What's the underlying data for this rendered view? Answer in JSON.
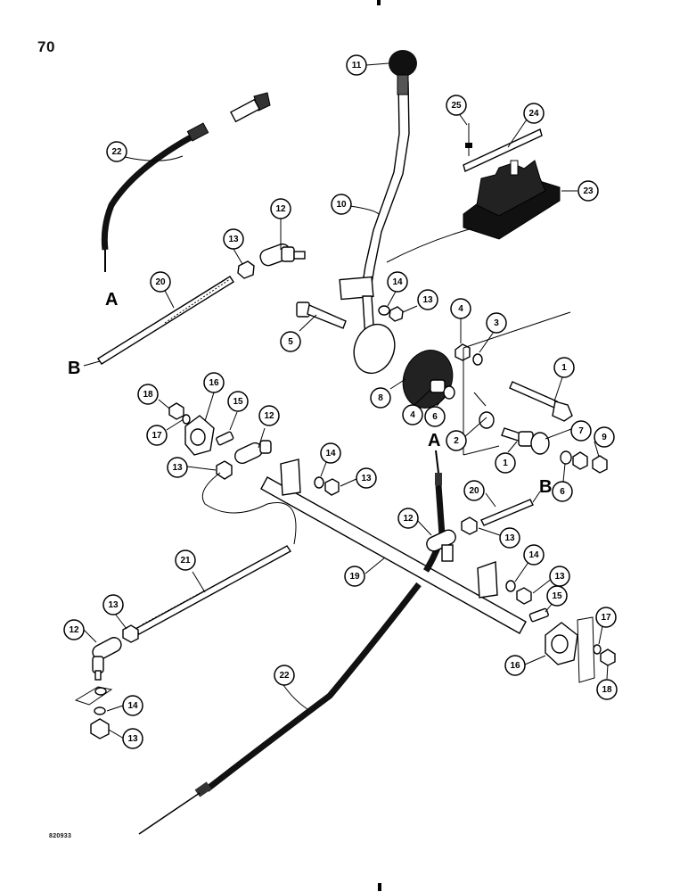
{
  "page_number": "70",
  "figure_code": "820933",
  "connection_letters": [
    "A",
    "B"
  ],
  "callouts": [
    {
      "id": "c11",
      "label": "11"
    },
    {
      "id": "c25",
      "label": "25"
    },
    {
      "id": "c24",
      "label": "24"
    },
    {
      "id": "c22a",
      "label": "22"
    },
    {
      "id": "c10",
      "label": "10"
    },
    {
      "id": "c23",
      "label": "23"
    },
    {
      "id": "c12a",
      "label": "12"
    },
    {
      "id": "c13a",
      "label": "13"
    },
    {
      "id": "c20a",
      "label": "20"
    },
    {
      "id": "c14a",
      "label": "14"
    },
    {
      "id": "c13b",
      "label": "13"
    },
    {
      "id": "c5",
      "label": "5"
    },
    {
      "id": "c4a",
      "label": "4"
    },
    {
      "id": "c3",
      "label": "3"
    },
    {
      "id": "c1a",
      "label": "1"
    },
    {
      "id": "c8",
      "label": "8"
    },
    {
      "id": "c4b",
      "label": "4"
    },
    {
      "id": "c6a",
      "label": "6"
    },
    {
      "id": "c18a",
      "label": "18"
    },
    {
      "id": "c16a",
      "label": "16"
    },
    {
      "id": "c15a",
      "label": "15"
    },
    {
      "id": "c12b",
      "label": "12"
    },
    {
      "id": "c17a",
      "label": "17"
    },
    {
      "id": "c2",
      "label": "2"
    },
    {
      "id": "c7",
      "label": "7"
    },
    {
      "id": "c9",
      "label": "9"
    },
    {
      "id": "c1b",
      "label": "1"
    },
    {
      "id": "c6b",
      "label": "6"
    },
    {
      "id": "c13c",
      "label": "13"
    },
    {
      "id": "c14b",
      "label": "14"
    },
    {
      "id": "c13d",
      "label": "13"
    },
    {
      "id": "c20b",
      "label": "20"
    },
    {
      "id": "c12c",
      "label": "12"
    },
    {
      "id": "c13e",
      "label": "13"
    },
    {
      "id": "c21",
      "label": "21"
    },
    {
      "id": "c19",
      "label": "19"
    },
    {
      "id": "c14c",
      "label": "14"
    },
    {
      "id": "c13f",
      "label": "13"
    },
    {
      "id": "c13g",
      "label": "13"
    },
    {
      "id": "c12d",
      "label": "12"
    },
    {
      "id": "c15b",
      "label": "15"
    },
    {
      "id": "c17b",
      "label": "17"
    },
    {
      "id": "c16b",
      "label": "16"
    },
    {
      "id": "c18b",
      "label": "18"
    },
    {
      "id": "c22b",
      "label": "22"
    },
    {
      "id": "c14d",
      "label": "14"
    },
    {
      "id": "c13h",
      "label": "13"
    }
  ]
}
